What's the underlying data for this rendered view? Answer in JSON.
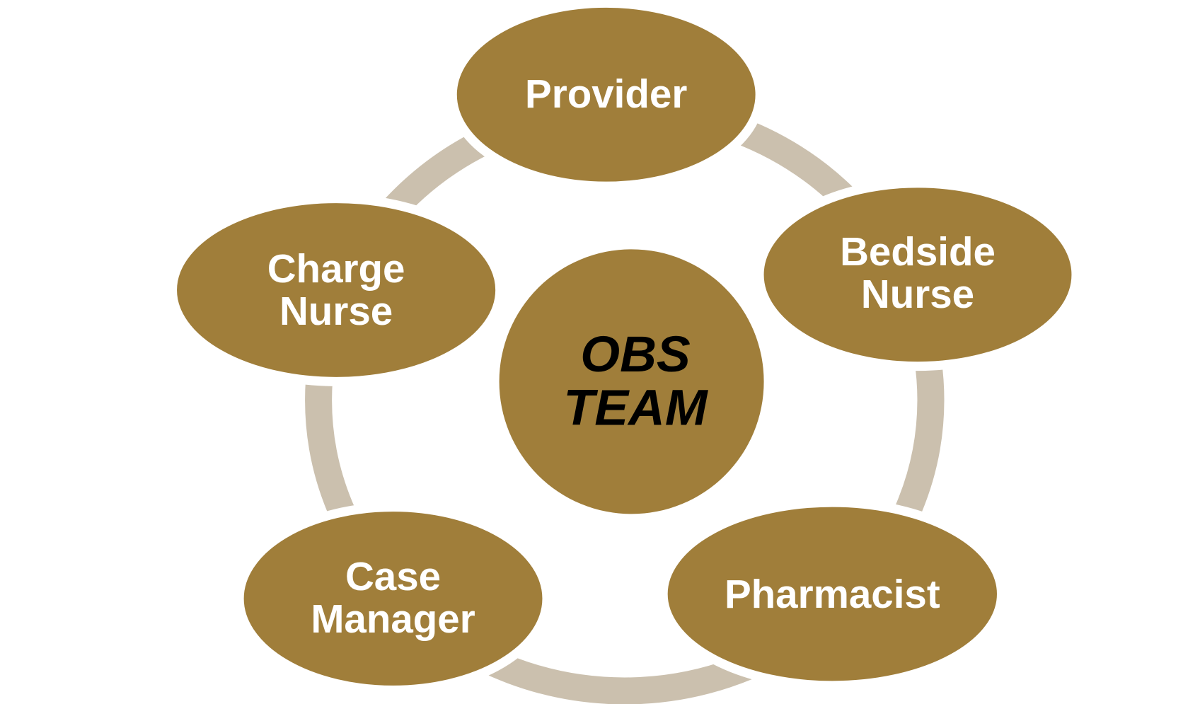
{
  "title": "OBS TEAM",
  "center": {
    "line1": "OBS",
    "line2": "TEAM"
  },
  "nodes": [
    {
      "line1": "Provider",
      "line2": ""
    },
    {
      "line1": "Bedside",
      "line2": "Nurse"
    },
    {
      "line1": "Pharmacist",
      "line2": ""
    },
    {
      "line1": "Case",
      "line2": "Manager"
    },
    {
      "line1": "Charge",
      "line2": "Nurse"
    }
  ],
  "colors": {
    "node": "#A07E3A",
    "ring": "#CBC0AE",
    "text": "#FFFFFF",
    "center_text": "#000000"
  }
}
